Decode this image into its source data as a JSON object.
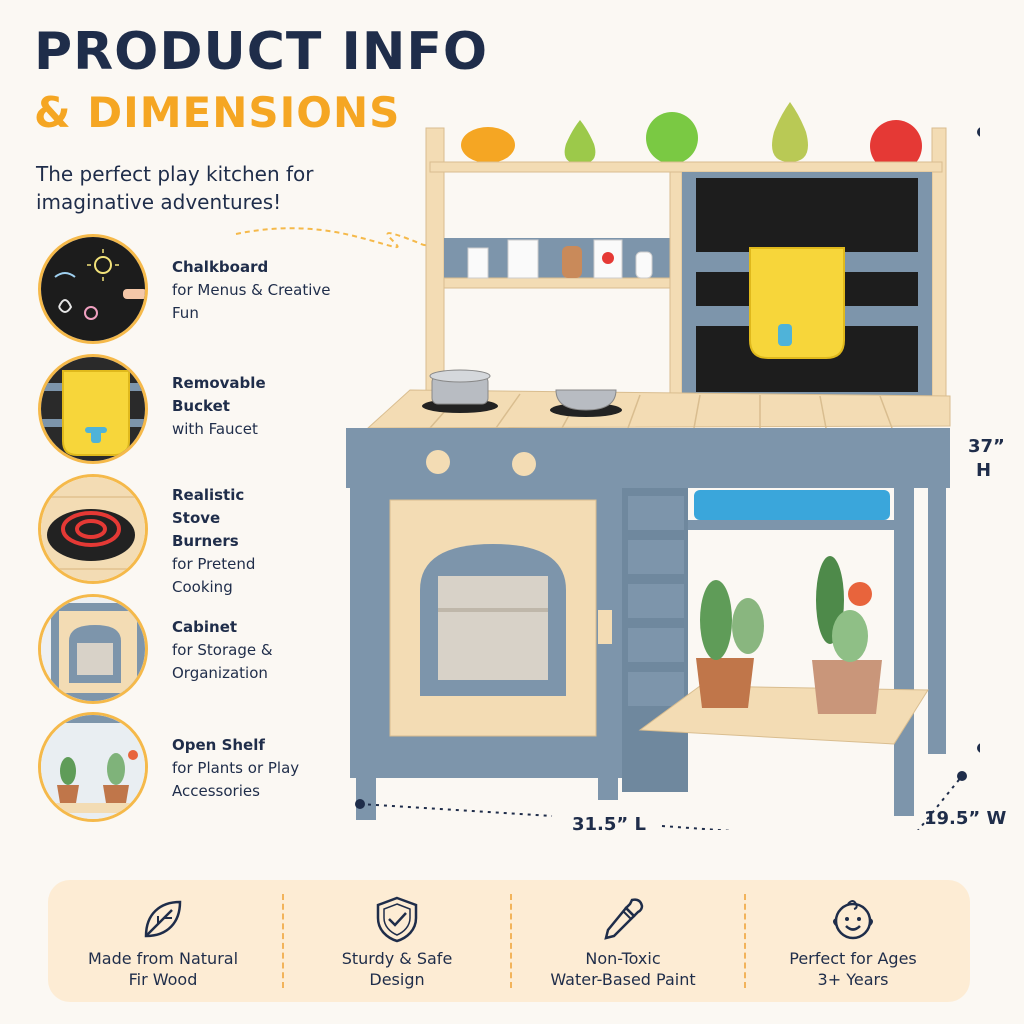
{
  "header": {
    "title_line1": "PRODUCT INFO",
    "title_line2": "& DIMENSIONS",
    "tagline": "The perfect play kitchen for imaginative adventures!"
  },
  "features": [
    {
      "title": "Chalkboard",
      "desc": "for Menus & Creative Fun",
      "icon": "chalkboard-icon"
    },
    {
      "title": "Removable Bucket",
      "desc": "with Faucet",
      "icon": "bucket-icon"
    },
    {
      "title": "Realistic Stove Burners",
      "desc": "for Pretend Cooking",
      "icon": "stove-burner-icon"
    },
    {
      "title": "Cabinet",
      "desc": "for Storage & Organization",
      "icon": "cabinet-icon"
    },
    {
      "title": "Open Shelf",
      "desc": "for Plants or Play Accessories",
      "icon": "plant-shelf-icon"
    }
  ],
  "dimensions": {
    "height": "37”",
    "height_unit": "H",
    "length": "31.5” L",
    "width": "19.5” W"
  },
  "banner": [
    {
      "line1": "Made from Natural",
      "line2": "Fir Wood",
      "icon": "leaf-icon"
    },
    {
      "line1": "Sturdy & Safe",
      "line2": "Design",
      "icon": "shield-check-icon"
    },
    {
      "line1": "Non-Toxic",
      "line2": "Water-Based Paint",
      "icon": "paint-dropper-icon"
    },
    {
      "line1": "Perfect for Ages",
      "line2": "3+ Years",
      "icon": "baby-face-icon"
    }
  ],
  "colors": {
    "navy": "#1f2d4a",
    "accent_orange": "#f5a623",
    "wood": "#f3dcb4",
    "paint_blue": "#7d95ab",
    "banner_bg": "#fdecd4"
  }
}
